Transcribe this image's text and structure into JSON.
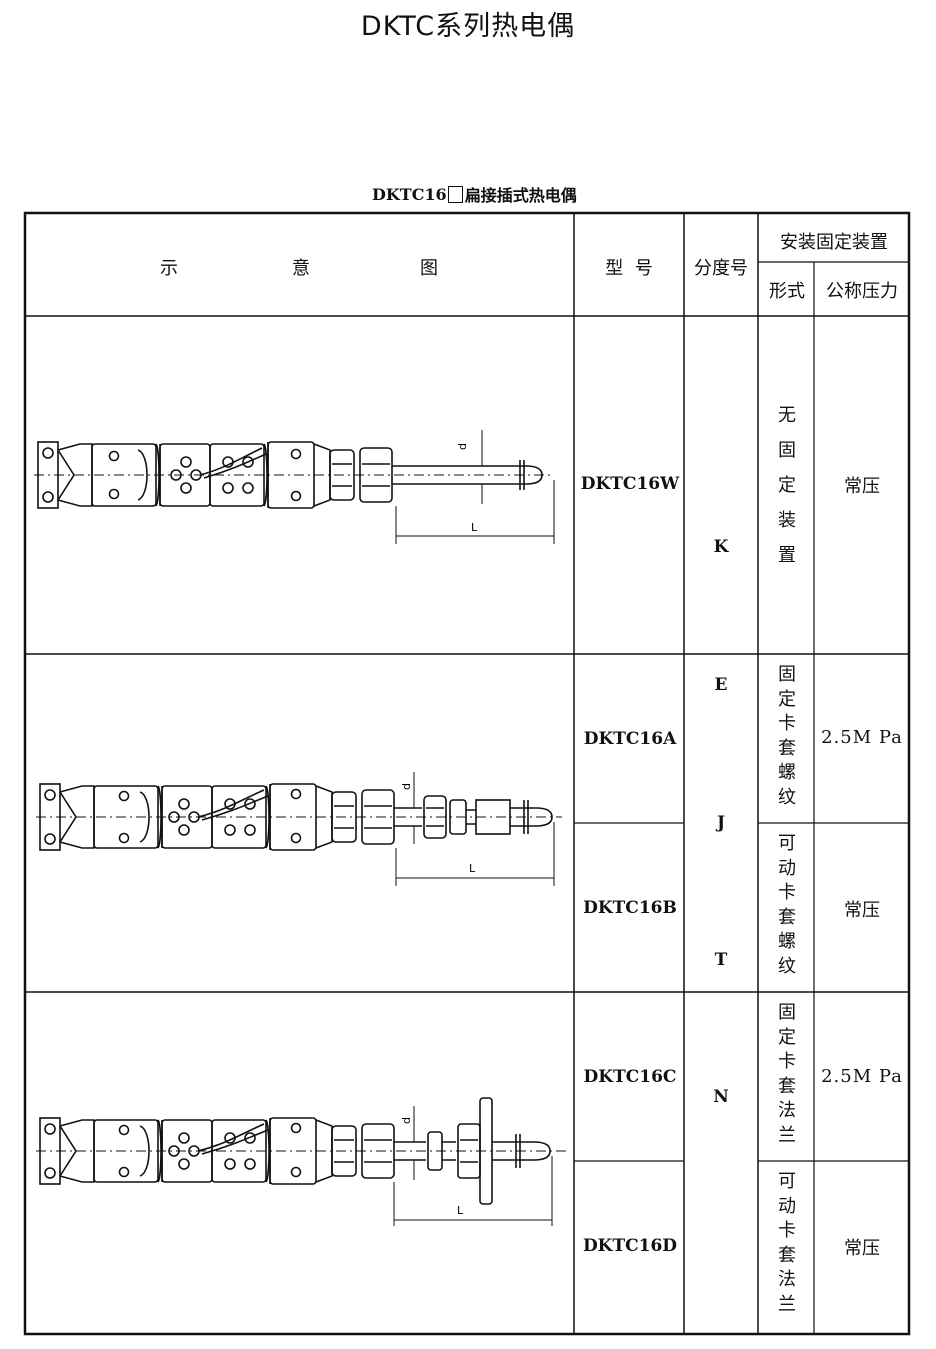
{
  "title": "DKTC系列热电偶",
  "caption": {
    "model_prefix": "DKTC16",
    "name": "扁接插式热电偶"
  },
  "header": {
    "diagram_col": [
      "示",
      "意",
      "图"
    ],
    "model_col": "型  号",
    "grade_col": "分度号",
    "install_group": "安装固定装置",
    "form_col": "形式",
    "pressure_col": "公称压力"
  },
  "dimension_labels": {
    "diameter": "d",
    "length": "L"
  },
  "grades": [
    "K",
    "E",
    "J",
    "T",
    "N"
  ],
  "rows": [
    {
      "model": "DKTC16W",
      "form": "无固定装置",
      "pressure": "常压"
    },
    {
      "model": "DKTC16A",
      "form": "固定卡套螺纹",
      "pressure": "2.5M Pa"
    },
    {
      "model": "DKTC16B",
      "form": "可动卡套螺纹",
      "pressure": "常压"
    },
    {
      "model": "DKTC16C",
      "form": "固定卡套法兰",
      "pressure": "2.5M Pa"
    },
    {
      "model": "DKTC16D",
      "form": "可动卡套法兰",
      "pressure": "常压"
    }
  ]
}
